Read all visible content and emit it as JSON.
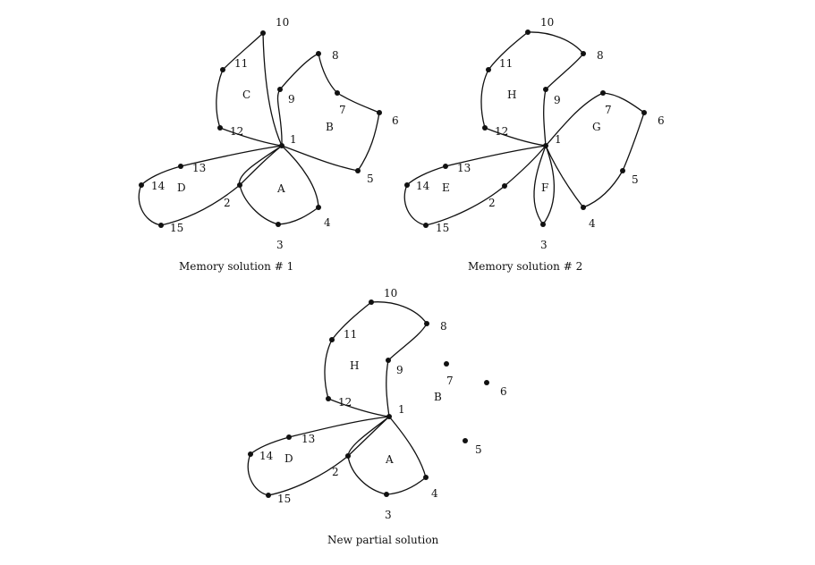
{
  "diagrams": [
    {
      "caption": "Memory solution # 1",
      "point_labels": [
        "1",
        "2",
        "3",
        "4",
        "5",
        "6",
        "7",
        "8",
        "9",
        "10",
        "11",
        "12",
        "13",
        "14",
        "15"
      ],
      "region_labels": [
        "A",
        "B",
        "C",
        "D"
      ]
    },
    {
      "caption": "Memory solution # 2",
      "point_labels": [
        "1",
        "2",
        "3",
        "4",
        "5",
        "6",
        "7",
        "8",
        "9",
        "10",
        "11",
        "12",
        "13",
        "14",
        "15"
      ],
      "region_labels": [
        "E",
        "F",
        "G",
        "H"
      ]
    },
    {
      "caption": "New partial solution",
      "point_labels": [
        "1",
        "2",
        "3",
        "4",
        "5",
        "6",
        "7",
        "8",
        "9",
        "10",
        "11",
        "12",
        "13",
        "14",
        "15"
      ],
      "region_labels": [
        "A",
        "B",
        "D",
        "H"
      ]
    }
  ],
  "colors": {
    "ink": "#111111",
    "background": "#ffffff"
  }
}
